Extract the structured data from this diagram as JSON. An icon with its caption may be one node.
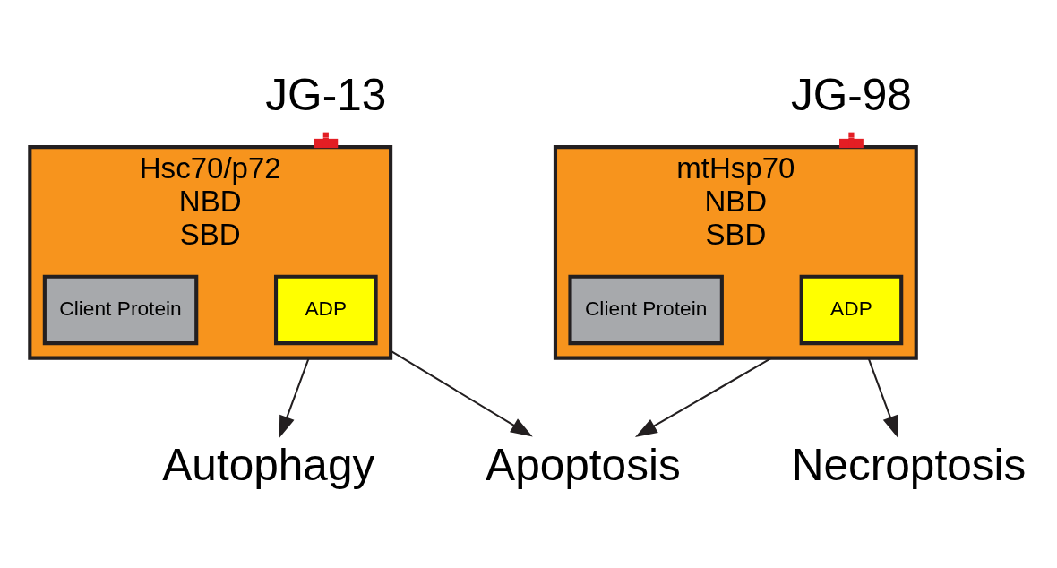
{
  "diagram": {
    "nodes": [
      {
        "text": [
          "JG-13"
        ]
      },
      {
        "text": [
          "JG-98"
        ]
      },
      {
        "text": [
          "Hsc70/p72",
          "NBD",
          "SBD"
        ]
      },
      {
        "text": [
          "ADP"
        ],
        "in": 2
      },
      {
        "text": [
          "Client Protein"
        ],
        "in": 2
      },
      {
        "text": [
          "mtHsp70",
          "NBD",
          "SBD"
        ]
      },
      {
        "text": [
          "ADP"
        ],
        "in": 5
      },
      {
        "text": [
          "Client Protein"
        ],
        "in": 5
      },
      {
        "text": [
          "Autophagy"
        ]
      },
      {
        "text": [
          "Apoptosis"
        ]
      },
      {
        "text": [
          "Necroptosis"
        ]
      }
    ],
    "edges": [
      {
        "from": 0,
        "to": 2,
        "arrow": "other",
        "color": "#e31e24",
        "style": "thick"
      },
      {
        "from": 1,
        "to": 5,
        "arrow": "other",
        "color": "#e31e24",
        "style": "thick"
      },
      {
        "from": 2,
        "to": 8,
        "arrow": "to"
      },
      {
        "from": 2,
        "to": 9,
        "arrow": "to"
      },
      {
        "from": 5,
        "to": 9,
        "arrow": "to"
      },
      {
        "from": 5,
        "to": 10,
        "arrow": "to"
      }
    ]
  }
}
